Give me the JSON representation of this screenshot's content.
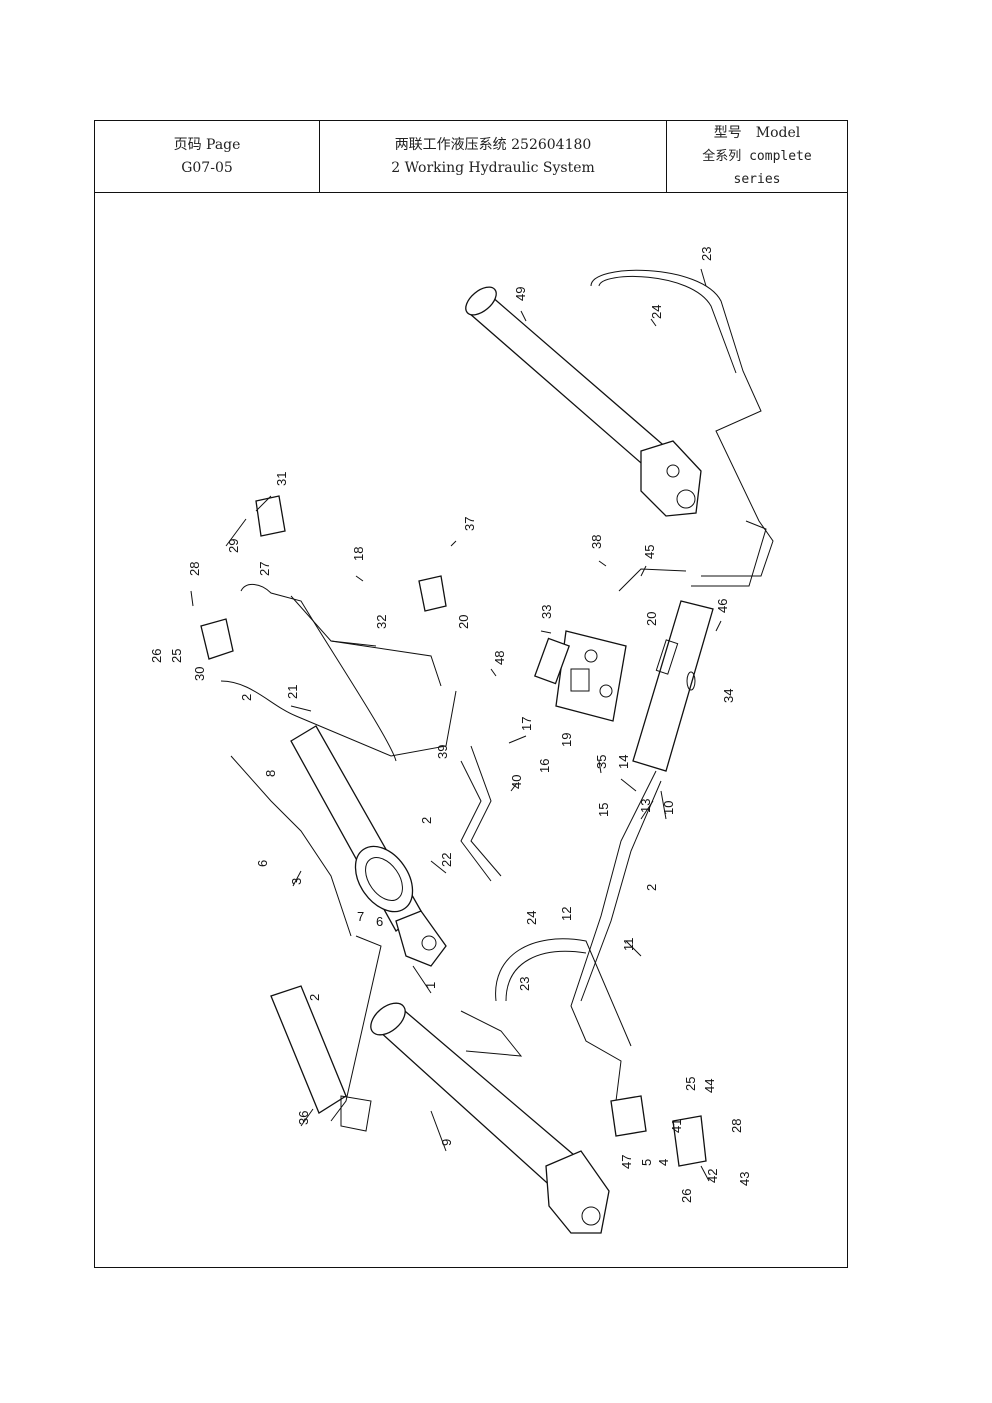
{
  "header": {
    "page_label": "页码 Page",
    "page_number": "G07-05",
    "title_cn": "两联工作液压系统 252604180",
    "title_en": "2 Working Hydraulic System",
    "model_label": "型号　Model",
    "model_value_line1": "全系列 complete",
    "model_value_line2": "series"
  },
  "callouts": [
    "49",
    "23",
    "24",
    "31",
    "29",
    "27",
    "37",
    "18",
    "28",
    "26",
    "25",
    "30",
    "32",
    "20",
    "33",
    "38",
    "45",
    "46",
    "48",
    "21",
    "2",
    "17",
    "39",
    "40",
    "16",
    "19",
    "35",
    "34",
    "8",
    "14",
    "15",
    "13",
    "10",
    "6",
    "3",
    "22",
    "7",
    "24",
    "12",
    "11",
    "1",
    "23",
    "36",
    "9",
    "25",
    "44",
    "41",
    "28",
    "47",
    "5",
    "4",
    "42",
    "43",
    "26",
    "20",
    "2",
    "2",
    "2",
    "6"
  ]
}
